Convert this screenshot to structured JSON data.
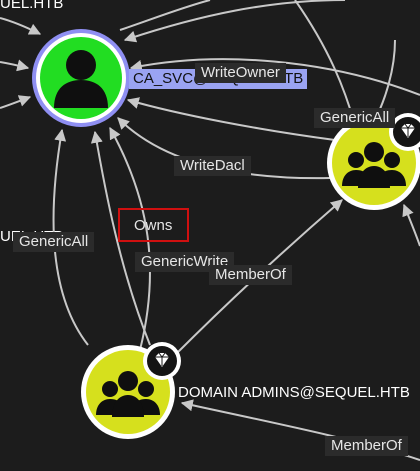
{
  "graph": {
    "nodes": {
      "user": {
        "label": "CA_SVC@SEQUEL.HTB",
        "fill": "#22dd22",
        "ring": "#8f8ff2",
        "icon": "user-icon",
        "selected": true
      },
      "group_right": {
        "label": "",
        "fill": "#d6e01d",
        "icon": "users-icon",
        "badge": "gem-icon"
      },
      "group_bottom": {
        "label": "DOMAIN ADMINS@SEQUEL.HTB",
        "fill": "#d6e01d",
        "icon": "users-icon",
        "badge": "gem-icon"
      }
    },
    "partial_labels": {
      "top_left": "UEL.HTB",
      "left": "UEL.HTB"
    },
    "edge_labels": {
      "write_owner": "WriteOwner",
      "generic_all_right": "GenericAll",
      "write_dacl": "WriteDacl",
      "owns": "Owns",
      "generic_all_left": "GenericAll",
      "generic_write": "GenericWrite",
      "member_of_center": "MemberOf",
      "member_of_bottom": "MemberOf"
    },
    "colors": {
      "background": "#1c1c1c",
      "edge": "#c8c8c8",
      "highlight_box": "#d01010",
      "selected_label_bg": "#9aa3f2"
    }
  }
}
